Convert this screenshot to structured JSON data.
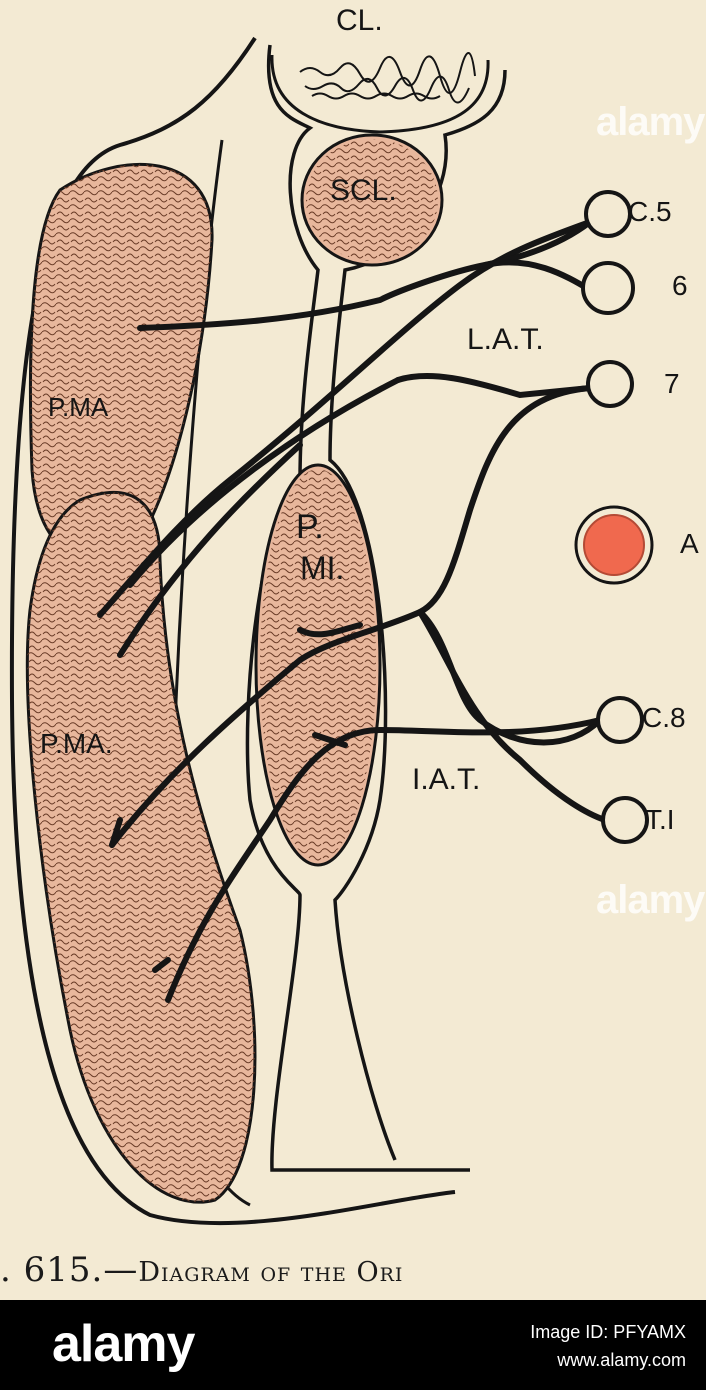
{
  "figure": {
    "labels": {
      "cl": "CL.",
      "scl": "SCL.",
      "pma_upper": "P.MA",
      "pma_lower": "P.MA.",
      "pmi_p": "P.",
      "pmi_mi": "MI.",
      "lat": "L.A.T.",
      "iat": "I.A.T.",
      "c5": "C.5",
      "n6": "6",
      "n7": "7",
      "a": "A",
      "c8": "C.8",
      "t1": "T.I"
    },
    "caption_number": ". 615.—",
    "caption_text": "Diagram of the Ori",
    "colors": {
      "muscle": "#e8b79c",
      "artery": "#f0694e",
      "ink": "#151515",
      "paper": "#f3ead3"
    }
  },
  "watermarks": [
    "alamy",
    "alamy"
  ],
  "footer": {
    "logo": "alamy",
    "image_id": "Image ID: PFYAMX",
    "url": "www.alamy.com"
  }
}
